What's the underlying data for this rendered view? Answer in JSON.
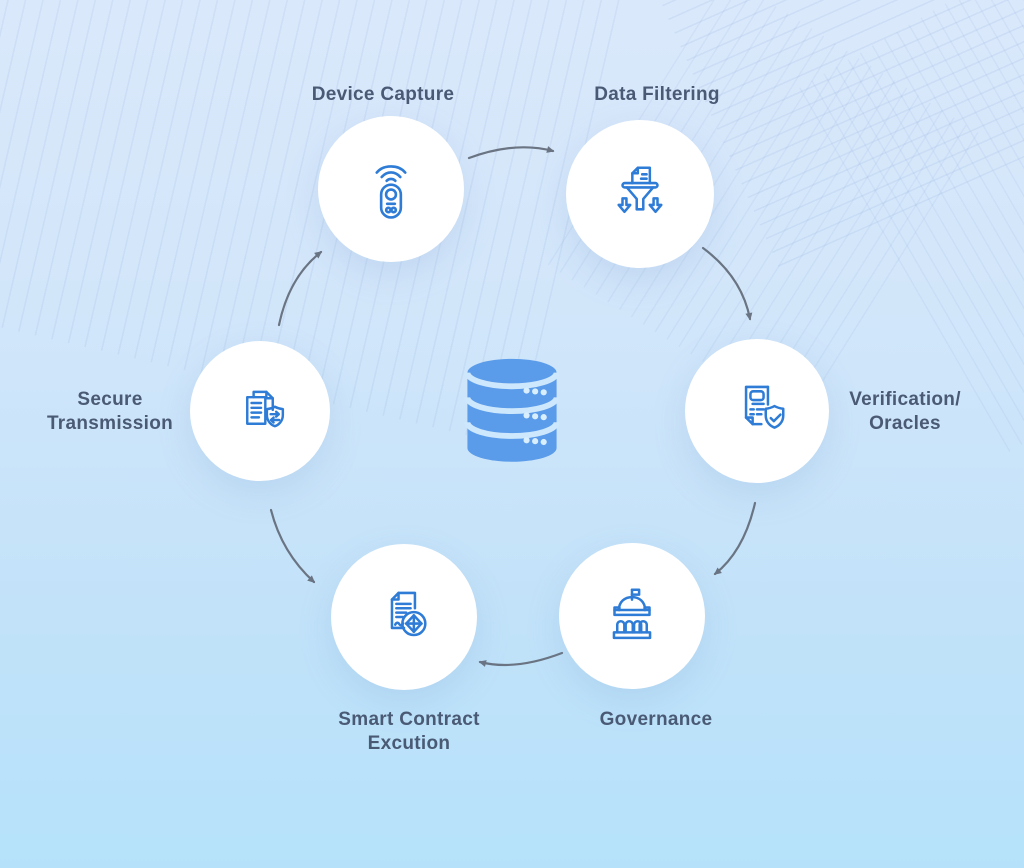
{
  "diagram_type": "circular-flow-infographic",
  "palette": {
    "background_top": "#dae8fb",
    "background_bottom": "#b5e2fa",
    "node_fill": "#ffffff",
    "icon_stroke": "#2e7cd6",
    "label_color": "#4a5a75",
    "arrow_color": "#6a7482",
    "database_fill": "#5a9bea",
    "database_detail": "#cde8fc"
  },
  "center": {
    "name": "database",
    "icon": "database-icon"
  },
  "nodes": [
    {
      "id": "device-capture",
      "label": "Device Capture",
      "icon": "remote-control-icon"
    },
    {
      "id": "data-filtering",
      "label": "Data Filtering",
      "icon": "filter-funnel-icon"
    },
    {
      "id": "verification-oracles",
      "label": "Verification/\nOracles",
      "icon": "verified-document-icon"
    },
    {
      "id": "governance",
      "label": "Governance",
      "icon": "government-building-icon"
    },
    {
      "id": "smart-contract-execution",
      "label": "Smart Contract\nExcution",
      "icon": "smart-contract-icon"
    },
    {
      "id": "secure-transmission",
      "label": "Secure\nTransmission",
      "icon": "secure-documents-icon"
    }
  ],
  "edges": [
    {
      "from": "device-capture",
      "to": "data-filtering"
    },
    {
      "from": "data-filtering",
      "to": "verification-oracles"
    },
    {
      "from": "verification-oracles",
      "to": "governance"
    },
    {
      "from": "governance",
      "to": "smart-contract-execution"
    },
    {
      "from": "secure-transmission",
      "to": "smart-contract-execution"
    },
    {
      "from": "secure-transmission",
      "to": "device-capture"
    }
  ]
}
